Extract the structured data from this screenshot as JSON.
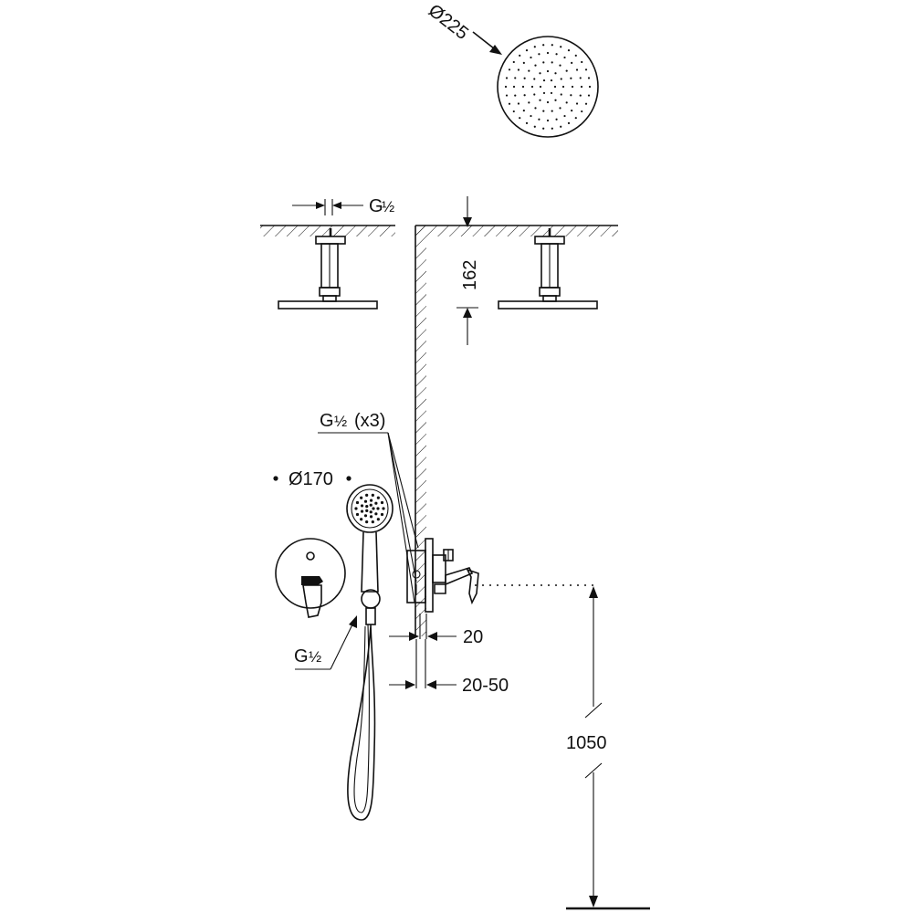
{
  "dimensions": {
    "rain_head_diameter": "Ø225",
    "hand_shower_diameter": "Ø170",
    "ceiling_thread": "G",
    "ceiling_thread_fraction": "½",
    "arm_drop": "162",
    "valve_thread": "G",
    "valve_thread_fraction": "½",
    "valve_thread_count": "(x3)",
    "wall_plate_projection": "20",
    "wall_plate_range": "20-50",
    "outlet_height": "1050",
    "hose_thread": "G",
    "hose_thread_fraction": "½"
  },
  "colors": {
    "line": "#111111",
    "background": "#ffffff"
  }
}
